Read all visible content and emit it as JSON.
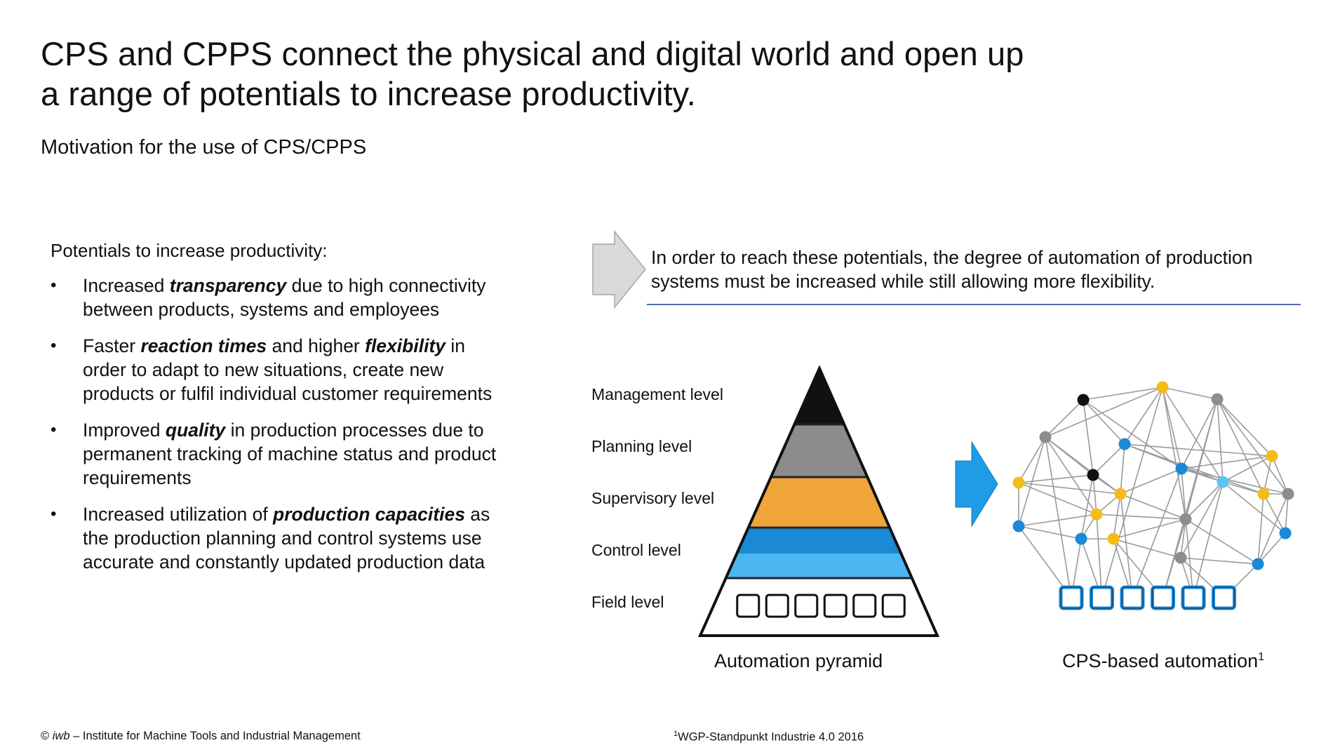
{
  "slide": {
    "title": "CPS and CPPS connect the physical and digital world and open up a range of potentials to increase productivity.",
    "subtitle": "Motivation for the use of CPS/CPPS"
  },
  "potentials": {
    "heading": "Potentials to increase productivity:",
    "bullet_symbol": "•",
    "items": [
      {
        "pre": "Increased ",
        "em": "transparency",
        "mid": " due to high connectivity between products, systems and employees",
        "em2": "",
        "post": ""
      },
      {
        "pre": "Faster ",
        "em": "reaction times",
        "mid": " and higher ",
        "em2": "flexibility",
        "post": " in order to adapt to new situations, create new products or fulfil individual customer requirements"
      },
      {
        "pre": "Improved ",
        "em": "quality",
        "mid": " in production processes due to permanent tracking of machine status and product requirements",
        "em2": "",
        "post": ""
      },
      {
        "pre": "Increased utilization of ",
        "em": "production capacities",
        "mid": " as the production planning and control systems use accurate and constantly updated production data",
        "em2": "",
        "post": ""
      }
    ]
  },
  "statement": {
    "text": "In order to reach these potentials, the degree of automation of production systems must be increased while still allowing more flexibility."
  },
  "pyramid": {
    "levels": [
      {
        "label": "Management level",
        "color": "#111111"
      },
      {
        "label": "Planning level",
        "color": "#8c8c8c"
      },
      {
        "label": "Supervisory level",
        "color": "#f0a53a"
      },
      {
        "label": "Control level",
        "color": "#1a8ad6"
      },
      {
        "label": "Field level",
        "color": "#ffffff"
      }
    ],
    "control_level_light_color": "#4ab7f2",
    "field_device_count": 6,
    "caption": "Automation pyramid"
  },
  "transition_arrow": {
    "color": "#1e9ce6"
  },
  "network": {
    "caption": "CPS-based automation",
    "caption_superscript": "1",
    "node_colors": {
      "black": "#111111",
      "gray": "#8d8d8d",
      "yellow": "#f5bb17",
      "blue": "#1a8ad6",
      "lightblue": "#5ec3f5"
    },
    "field_device_count": 6
  },
  "footer": {
    "copyright_symbol": "©",
    "institution_abbr": "iwb",
    "institution_rest": " – Institute for Machine Tools and Industrial Management",
    "footnote_mark": "1",
    "footnote": "WGP-Standpunkt Industrie 4.0 2016"
  }
}
